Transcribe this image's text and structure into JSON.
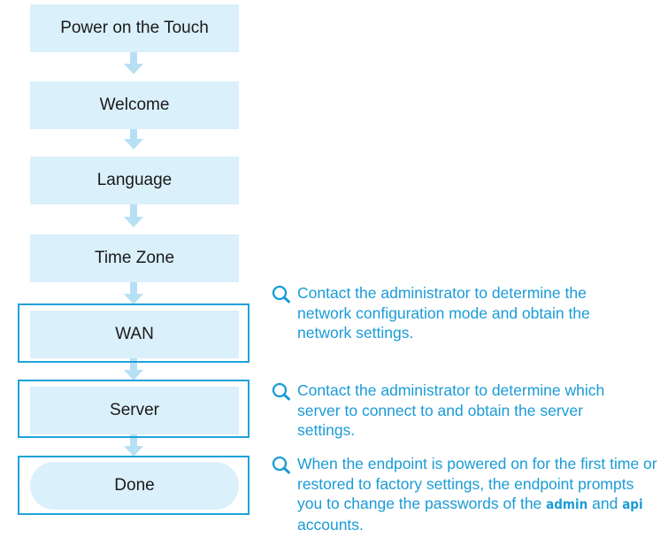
{
  "colors": {
    "box_fill": "#daf0fb",
    "arrow": "#b7e0f4",
    "frame": "#1fa3d9",
    "note_text": "#1a9bd6"
  },
  "steps": [
    {
      "label": "Power on the Touch"
    },
    {
      "label": "Welcome"
    },
    {
      "label": "Language"
    },
    {
      "label": "Time Zone"
    },
    {
      "label": "WAN"
    },
    {
      "label": "Server"
    },
    {
      "label": "Done"
    }
  ],
  "notes": {
    "wan": {
      "icon": "magnifier-icon",
      "text": "Contact the administrator to determine the network configuration mode and obtain the network settings."
    },
    "server": {
      "icon": "magnifier-icon",
      "text": "Contact the administrator to determine which server to connect to and obtain the server settings."
    },
    "done": {
      "icon": "magnifier-icon",
      "text_pre": "When the endpoint is powered on for the first time or restored to factory settings, the endpoint prompts you to change the passwords of the",
      "bold1": "admin",
      "text_mid": "and",
      "bold2": "api",
      "text_post": "accounts."
    }
  }
}
